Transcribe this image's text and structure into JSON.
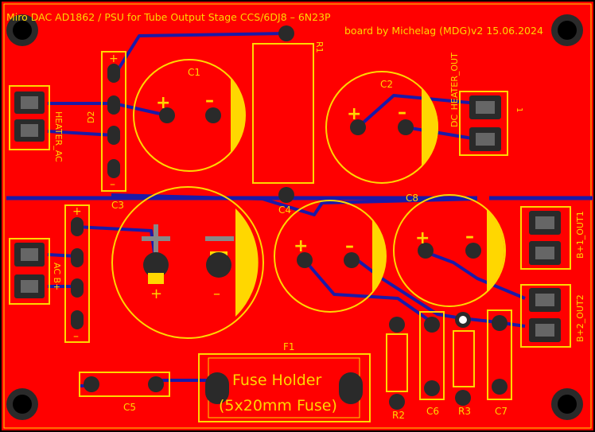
{
  "board": {
    "title": "Miro DAC AD1862 / PSU for Tube Output Stage CCS/6DJ8 – 6N23P",
    "credit": "board by Michelag (MDG)v2 15.06.2024",
    "colors": {
      "copper": "#ff0000",
      "trace": "#1a1aa8",
      "silkscreen": "#ffd700",
      "pad": "#2a2a2a",
      "background": "#000000"
    }
  },
  "labels": {
    "r1": "R1",
    "c1": "C1",
    "c2": "C2",
    "c3": "C3",
    "c4": "C4",
    "c5": "C5",
    "c6": "C6",
    "c7": "C7",
    "c8": "C8",
    "d2": "D2",
    "f1": "F1",
    "r2": "R2",
    "r3": "R3",
    "heater_ac": "HEATER_AC",
    "dc_heater_out": "DC_HEATER_OUT",
    "ac_b": "AC B+",
    "b1_out1": "B+1_OUT1",
    "b2_out2": "B+2_OUT2",
    "pin1": "1",
    "fuse_line1": "Fuse Holder",
    "fuse_line2": "(5x20mm Fuse)",
    "plus": "+",
    "minus": "–",
    "minus_small": "–"
  }
}
